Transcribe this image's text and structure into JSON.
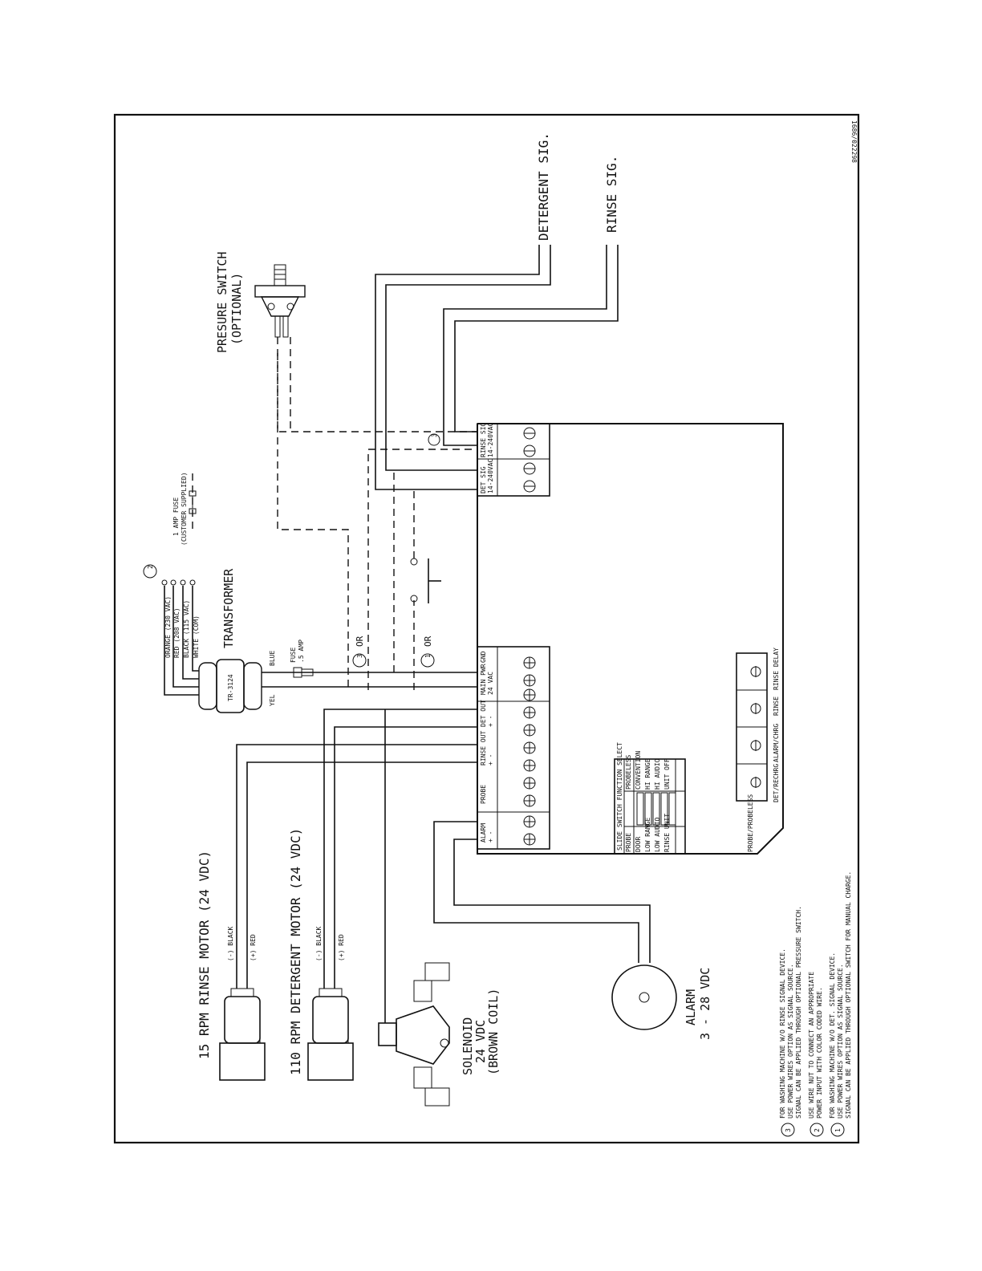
{
  "drawing_id": "1686/022298",
  "labels": {
    "detergent_sig": "DETERGENT SIG.",
    "rinse_sig": "RINSE SIG.",
    "pressure_switch": "PRESURE SWITCH",
    "pressure_switch_optional": "(OPTIONAL)",
    "fuse_1amp": "1 AMP FUSE",
    "fuse_customer": "(CUSTOMER SUPPLIED)",
    "transformer": "TRANSFORMER",
    "transformer_model": "TR-3124",
    "wire_orange": "ORANGE (230 VAC)",
    "wire_red": "RED (208 VAC)",
    "wire_black": "BLACK (115 VAC)",
    "wire_white": "WHITE (COM)",
    "blue": "BLUE",
    "yel": "YEL",
    "fuse_small": "FUSE",
    "fuse_small_rating": ".5 AMP",
    "or_3": "OR",
    "or_1": "OR",
    "rinse_motor": "15 RPM RINSE MOTOR (24 VDC)",
    "detergent_motor": "110 RPM DETERGENT MOTOR (24 VDC)",
    "black_minus": "(-) BLACK",
    "red_plus": "(+) RED",
    "solenoid_1": "SOLENOID",
    "solenoid_2": "24 VDC",
    "solenoid_3": "(BROWN COIL)",
    "alarm_1": "ALARM",
    "alarm_2": "3 - 28 VDC"
  },
  "terminals": {
    "det_sig": "DET SIG",
    "det_sig_v": "14-240VAC",
    "rinse_sig": "RINSE SIG",
    "rinse_sig_v": "14-240VAC",
    "main_pwr": "MAIN PWR",
    "main_pwr_v": "24 VAC",
    "gnd": "GND",
    "det_out": "DET OUT",
    "rinse_out": "RINSE OUT",
    "probe": "PROBE",
    "alarm": "ALARM",
    "plus_minus": "+   -"
  },
  "slide_switch": {
    "title": "SLIDE SWITCH FUNCTION SELECT",
    "left": [
      "PROBE",
      "DOOR",
      "LOW RANGE",
      "LOW AUDIO",
      "RINSE UNIT"
    ],
    "right": [
      "PROBELESS",
      "CONVENTION",
      "HI RANGE",
      "HI AUDIO",
      "UNIT OFF"
    ]
  },
  "pots": [
    "DET/RECHRG",
    "ALARM/CHRG",
    "RINSE",
    "RINSE DELAY"
  ],
  "probe_probeless": "PROBE/PROBELESS",
  "notes": [
    {
      "num": "3",
      "lines": [
        "FOR WASHING MACHINE W/O RINSE SIGNAL DEVICE.",
        "USE POWER WIRES OPTION AS SIGNAL SOURCE.",
        "SIGNAL CAN BE APPLIED THROUGH OPTIONAL PRESSURE SWITCH."
      ]
    },
    {
      "num": "2",
      "lines": [
        "USE WIRE NUT TO CONNECT AN APPROPRIATE",
        "POWER INPUT WITH COLOR CODED WIRE."
      ]
    },
    {
      "num": "1",
      "lines": [
        "FOR WASHING MACHINE W/O DET. SIGNAL DEVICE.",
        "USE POWER WIRES OPTION AS SIGNAL SOURCE.",
        "SIGNAL CAN BE APPLIED THROUGH OPTIONAL SWITCH FOR MANUAL CHARGE."
      ]
    }
  ],
  "circled": {
    "c1": "1",
    "c2": "2",
    "c3": "3"
  }
}
